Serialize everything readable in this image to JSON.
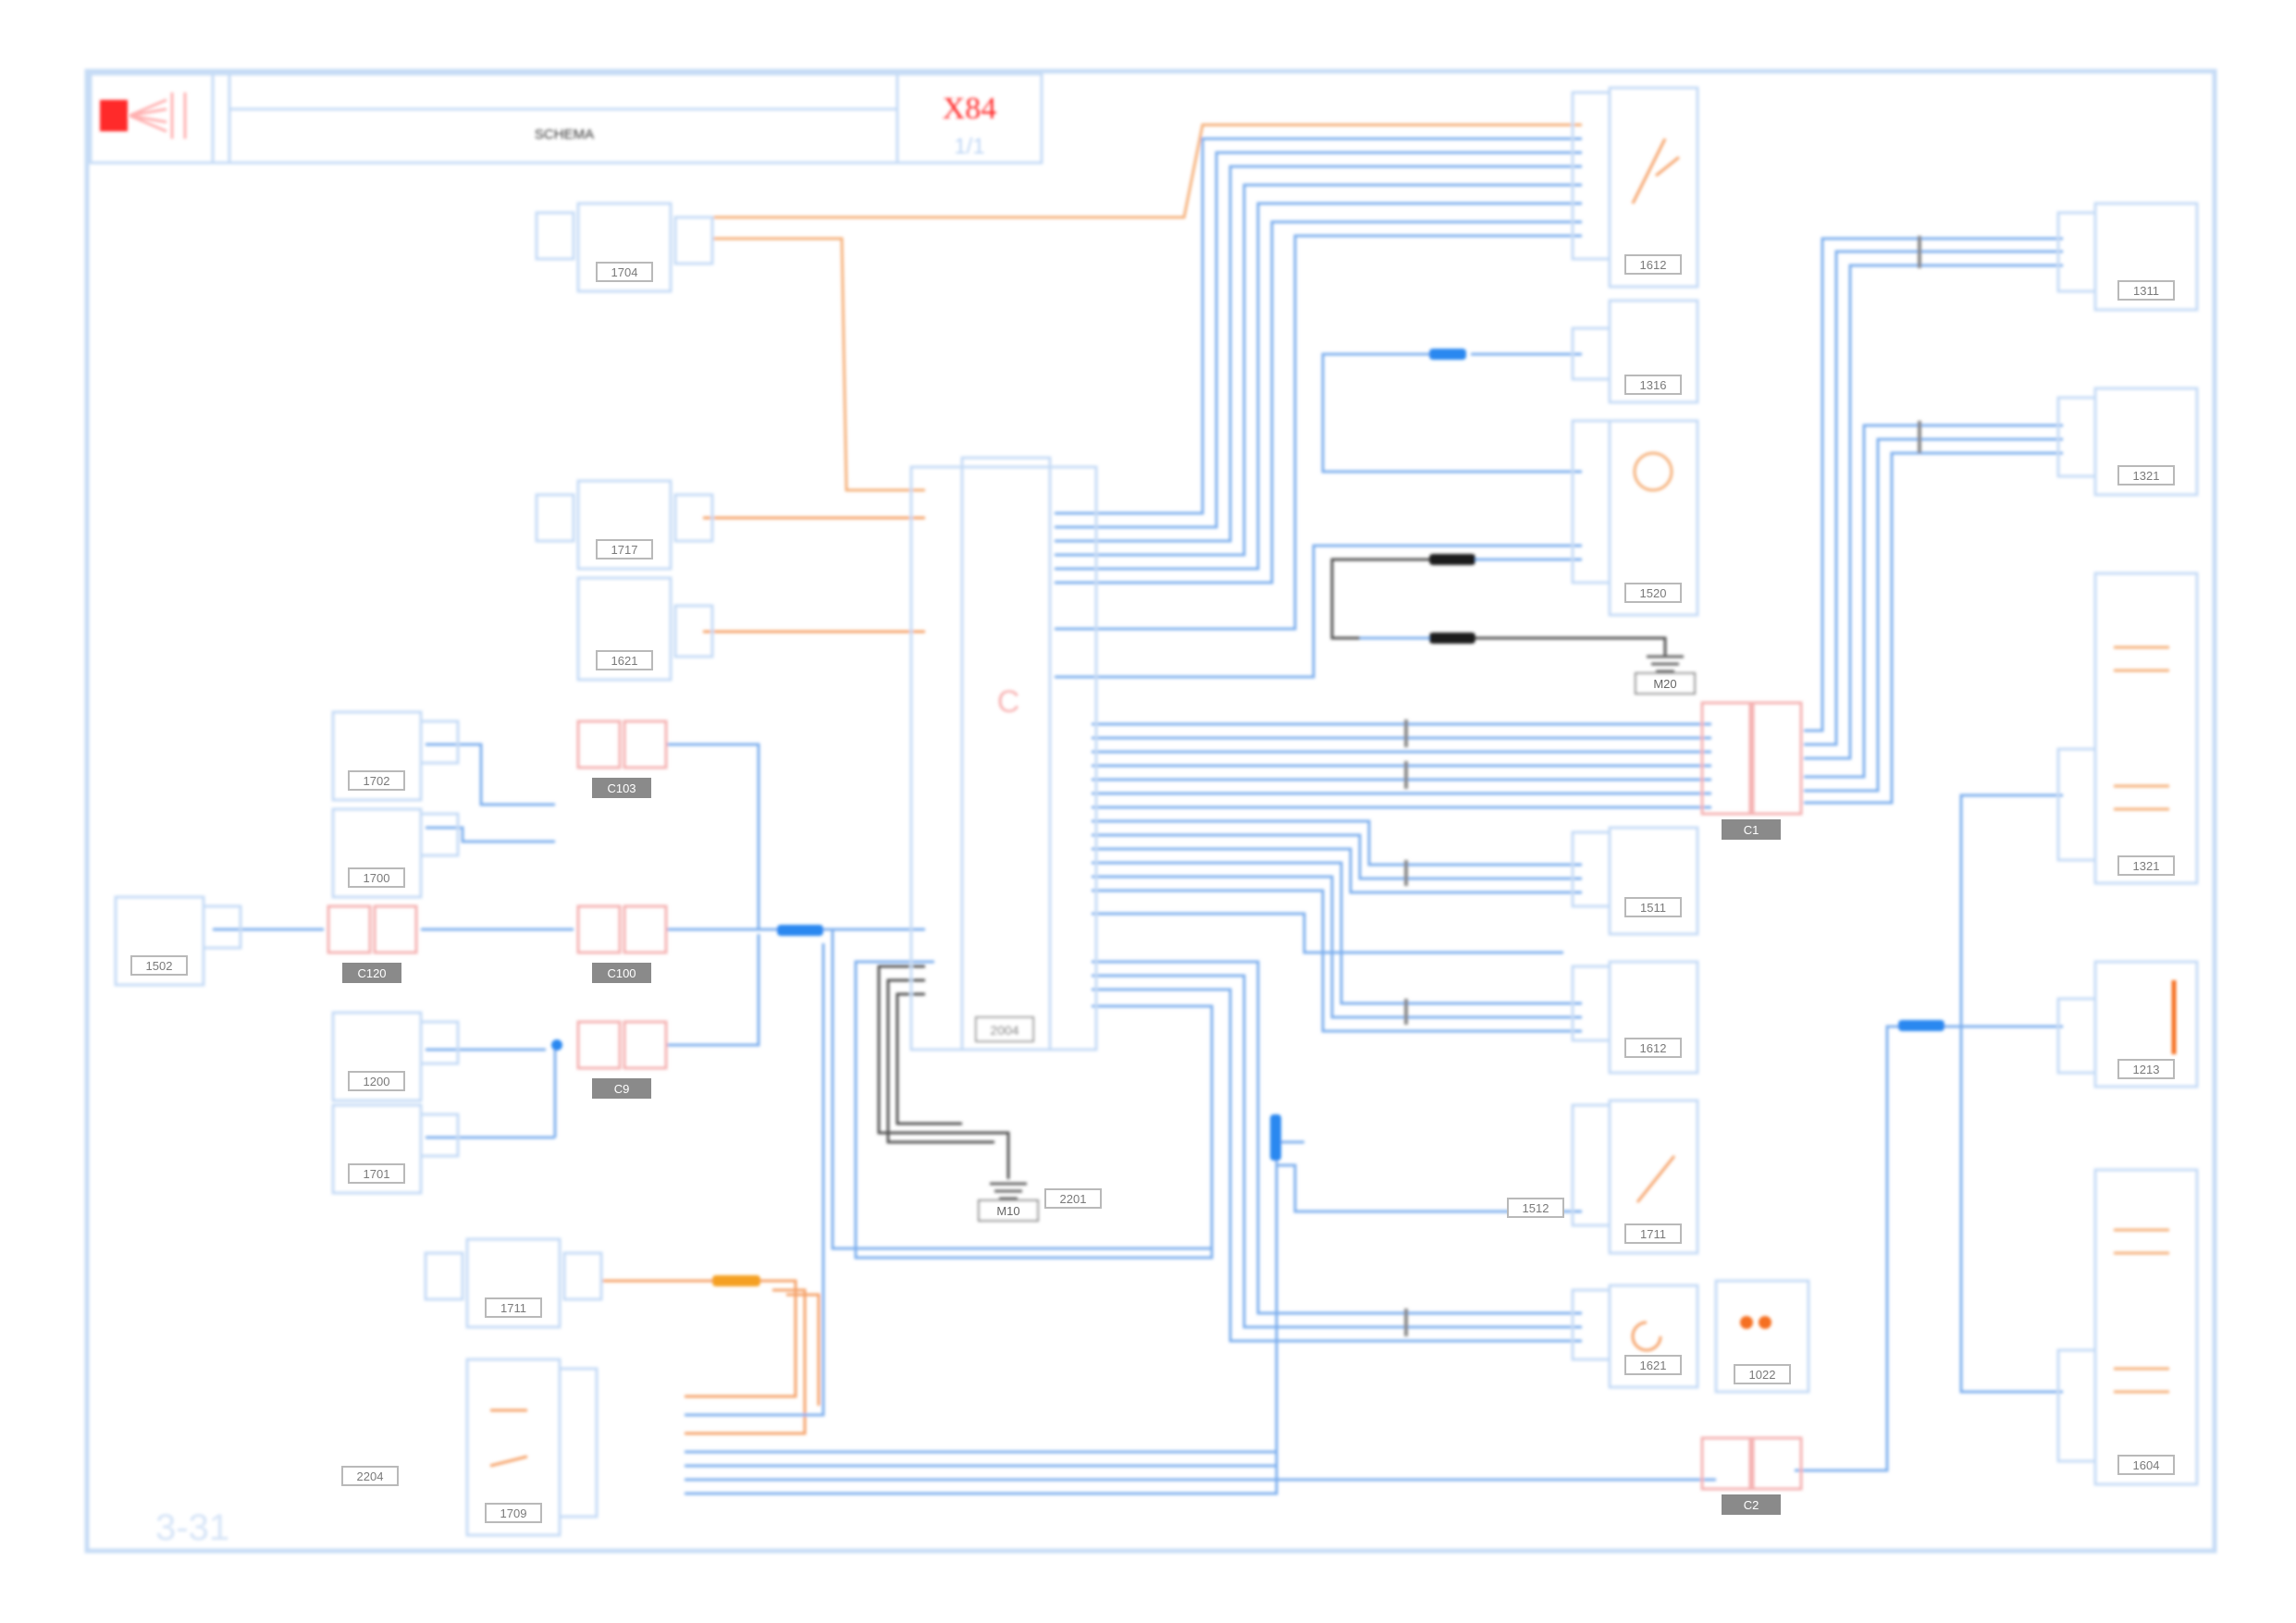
{
  "title_block": {
    "title": "SCHEMA",
    "sheet_code": "X84",
    "sheet_sub": "1/1",
    "page_marker": "3-31"
  },
  "colors": {
    "frame": "#c6dcf6",
    "wire_blue": "#7fb0ee",
    "wire_orange": "#f5a36a",
    "wire_dark": "#555555",
    "red": "#ff2a2a",
    "splice_blue": "#2a88f0",
    "splice_black": "#1b1b1b",
    "splice_orange": "#f5a020"
  },
  "ecu": {
    "label": "2004",
    "symbol": "C"
  },
  "components": [
    {
      "id": "c1",
      "label": "1612"
    },
    {
      "id": "c2",
      "label": "1316"
    },
    {
      "id": "c3",
      "label": "1520"
    },
    {
      "id": "c4",
      "label": "1511"
    },
    {
      "id": "c5",
      "label": "1612"
    },
    {
      "id": "c6",
      "label": "1711"
    },
    {
      "id": "c7",
      "label": "1621"
    },
    {
      "id": "c8",
      "label": "1022"
    },
    {
      "id": "c9",
      "label": "1311"
    },
    {
      "id": "c10",
      "label": "1321"
    },
    {
      "id": "c11",
      "label": "1321"
    },
    {
      "id": "c12",
      "label": "1213"
    },
    {
      "id": "c13",
      "label": "1604"
    },
    {
      "id": "c14",
      "label": "1704"
    },
    {
      "id": "c15",
      "label": "1717"
    },
    {
      "id": "c16",
      "label": "1621"
    },
    {
      "id": "c17",
      "label": "1702"
    },
    {
      "id": "c18",
      "label": "1700"
    },
    {
      "id": "c19",
      "label": "1502"
    },
    {
      "id": "c20",
      "label": "1200"
    },
    {
      "id": "c21",
      "label": "1701"
    },
    {
      "id": "c22",
      "label": "1711"
    },
    {
      "id": "c23",
      "label": "1709"
    },
    {
      "id": "c24",
      "label": "1512"
    },
    {
      "id": "c25",
      "label": "2201"
    },
    {
      "id": "c26",
      "label": "2204"
    }
  ],
  "grounds": [
    {
      "id": "g1",
      "label": "M20"
    },
    {
      "id": "g2",
      "label": "M10"
    }
  ],
  "connectors": [
    {
      "id": "k1",
      "label": "C103"
    },
    {
      "id": "k2",
      "label": "C120"
    },
    {
      "id": "k3",
      "label": "C100"
    },
    {
      "id": "k4",
      "label": "C9"
    },
    {
      "id": "k5",
      "label": "C1"
    },
    {
      "id": "k6",
      "label": "C2"
    }
  ]
}
